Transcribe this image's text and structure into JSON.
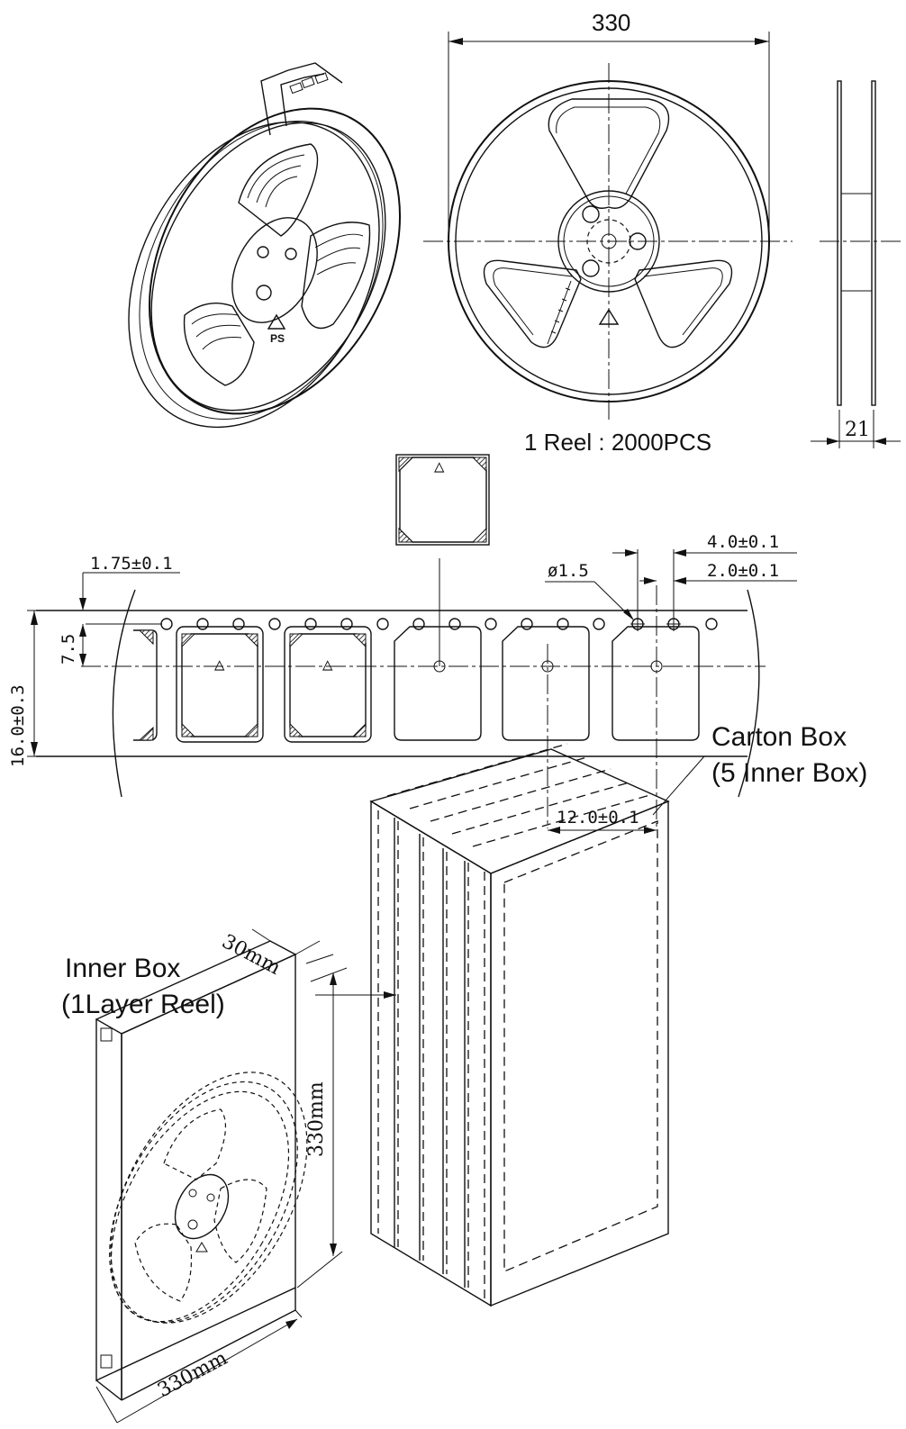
{
  "reel": {
    "diameter_label": "330",
    "width_label": "21",
    "quantity_label": "1 Reel : 2000PCS",
    "recycle_code": "PS"
  },
  "tape": {
    "edge_offset_label": "1.75±0.1",
    "width_label": "16.0±0.3",
    "hole_to_center_label": "7.5",
    "hole_diameter_label": "ø1.5",
    "hole_pitch_label": "4.0±0.1",
    "hole_to_pocket_label": "2.0±0.1",
    "pocket_pitch_label": "12.0±0.1",
    "pin1_mark": "△"
  },
  "packing": {
    "carton_title": "Carton Box",
    "carton_subtitle": "(5 Inner Box)",
    "inner_title": "Inner Box",
    "inner_subtitle": "(1Layer Reel)",
    "inner_thickness_label": "30mm",
    "inner_height_label": "330mm",
    "inner_width_label": "330mm"
  }
}
